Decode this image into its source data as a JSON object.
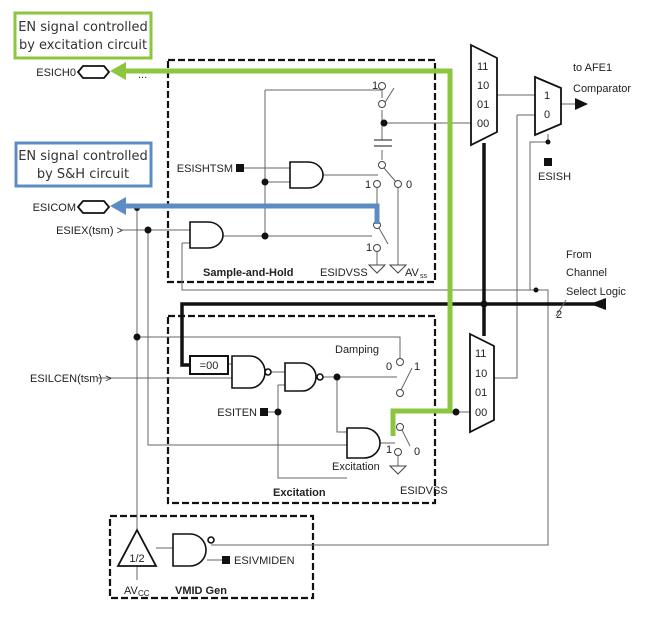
{
  "callouts": {
    "excitation": {
      "line1": "EN signal controlled",
      "line2": "by excitation circuit",
      "color": "#8cc63f"
    },
    "sh": {
      "line1": "EN signal controlled",
      "line2": "by S&H circuit",
      "color": "#5b8cc3"
    }
  },
  "pins": {
    "esich0": "ESICH0",
    "ellipsis": "...",
    "esicom": "ESICOM",
    "esiex": "ESIEX(tsm) >",
    "esishtsm": "ESISHTSM",
    "esilcen": "ESILCEN(tsm) >",
    "esiten": "ESITEN",
    "esivmiden": "ESIVMIDEN",
    "esish": "ESISH"
  },
  "blocks": {
    "sample_hold": "Sample-and-Hold",
    "excitation": "Excitation",
    "vmid": "VMID Gen"
  },
  "labels": {
    "esidvss": "ESIDVSS",
    "avss": "AV",
    "avss_sub": "ss",
    "avcc": "AV",
    "avcc_sub": "CC",
    "half": "1/2",
    "eq00": "=00",
    "damping": "Damping",
    "excitation_sw": "Excitation",
    "to_afe1": "to AFE1",
    "comparator": "Comparator",
    "from": "From",
    "channel": "Channel",
    "select_logic": "Select Logic",
    "bus_width": "2",
    "one": "1",
    "zero": "0"
  },
  "mux_upper": [
    "11",
    "10",
    "01",
    "00"
  ],
  "mux_lower": [
    "11",
    "10",
    "01",
    "00"
  ],
  "mux_out": [
    "1",
    "0"
  ]
}
